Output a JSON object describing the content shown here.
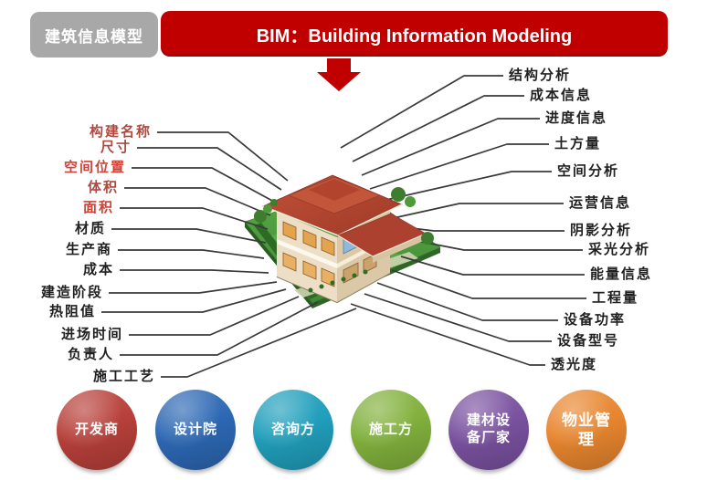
{
  "header": {
    "side_label": "建筑信息模型",
    "banner_text": "BIM：Building Information Modeling"
  },
  "colors": {
    "banner_red": "#c00000",
    "side_gray": "#a8a8a8",
    "leader_line": "#3a3a3a",
    "label_black": "#1f1f1f",
    "label_red_dark": "#ad4a42",
    "label_red_bright": "#cf4339"
  },
  "icons": {
    "down_arrow": "down-arrow"
  },
  "center_illustration": "villa-3d-model",
  "model_labels": {
    "left": [
      {
        "text": "构建名称",
        "color": "#ad4a42"
      },
      {
        "text": "尺寸",
        "color": "#ad4a42"
      },
      {
        "text": "空间位置",
        "color": "#cf4339"
      },
      {
        "text": "体积",
        "color": "#ad4a42"
      },
      {
        "text": "面积",
        "color": "#cf4339"
      },
      {
        "text": "材质",
        "color": "#1f1f1f"
      },
      {
        "text": "生产商",
        "color": "#1f1f1f"
      },
      {
        "text": "成本",
        "color": "#1f1f1f"
      },
      {
        "text": "建造阶段",
        "color": "#1f1f1f"
      },
      {
        "text": "热阻值",
        "color": "#1f1f1f"
      },
      {
        "text": "进场时间",
        "color": "#1f1f1f"
      },
      {
        "text": "负责人",
        "color": "#1f1f1f"
      },
      {
        "text": "施工工艺",
        "color": "#1f1f1f"
      }
    ],
    "right": [
      {
        "text": "结构分析",
        "color": "#1f1f1f"
      },
      {
        "text": "成本信息",
        "color": "#1f1f1f"
      },
      {
        "text": "进度信息",
        "color": "#1f1f1f"
      },
      {
        "text": "土方量",
        "color": "#1f1f1f"
      },
      {
        "text": "空间分析",
        "color": "#1f1f1f"
      },
      {
        "text": "运营信息",
        "color": "#1f1f1f"
      },
      {
        "text": "阴影分析",
        "color": "#1f1f1f"
      },
      {
        "text": "采光分析",
        "color": "#1f1f1f"
      },
      {
        "text": "能量信息",
        "color": "#1f1f1f"
      },
      {
        "text": "工程量",
        "color": "#1f1f1f"
      },
      {
        "text": "设备功率",
        "color": "#1f1f1f"
      },
      {
        "text": "设备型号",
        "color": "#1f1f1f"
      },
      {
        "text": "透光度",
        "color": "#1f1f1f"
      }
    ]
  },
  "stakeholders": [
    {
      "label": "开发商",
      "color": "#b8403a"
    },
    {
      "label": "设计院",
      "color": "#2d68b4"
    },
    {
      "label": "咨询方",
      "color": "#219fbc"
    },
    {
      "label": "施工方",
      "color": "#82b13d"
    },
    {
      "label": "建材设备厂家",
      "color": "#7a52a0"
    },
    {
      "label": "物业管理",
      "color": "#e8862f"
    }
  ]
}
